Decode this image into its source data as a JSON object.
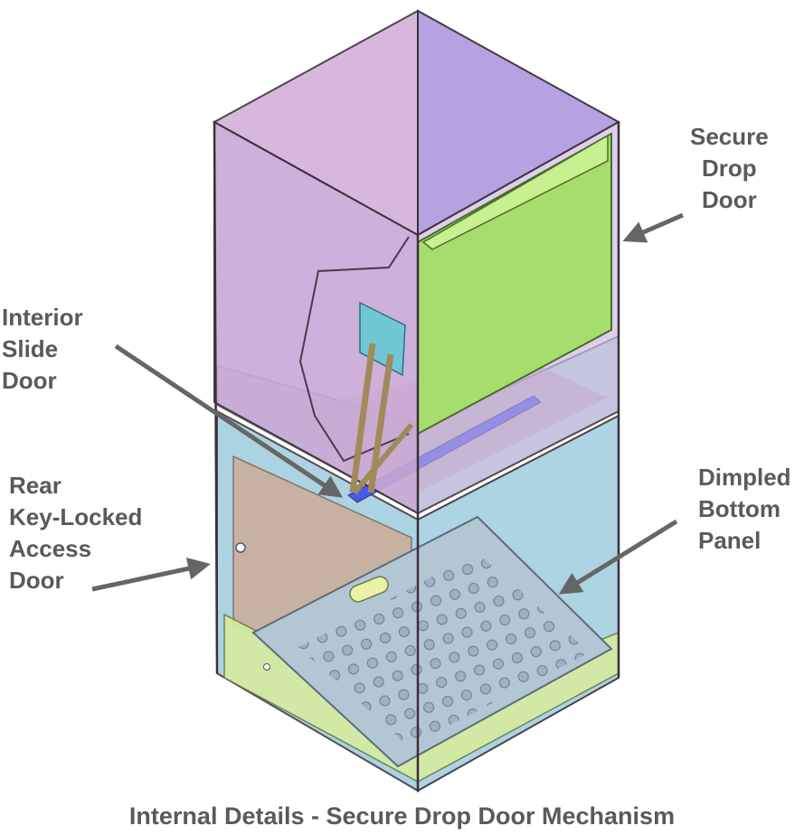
{
  "callouts": {
    "secure_drop_door": [
      "Secure",
      "Drop",
      "Door"
    ],
    "interior_slide_door": [
      "Interior",
      "Slide",
      "Door"
    ],
    "rear_access_door": [
      "Rear",
      "Key-Locked",
      "Access",
      "Door"
    ],
    "dimpled_bottom_panel": [
      "Dimpled",
      "Bottom",
      "Panel"
    ]
  },
  "caption": "Internal Details - Secure Drop Door Mechanism",
  "colors": {
    "upper_box": "#c9a9d6",
    "upper_right_face": "#b39ce0",
    "drop_door": "#a6de6e",
    "lower_box": "#a9d3e2",
    "bottom_panel": "#b3c6d4",
    "floor": "#d6ec9e",
    "rear_door": "#c9ae9c",
    "slide_chute": "#4a5be0",
    "outline": "#3a2f3a",
    "label_text": "#5a5a5a",
    "arrow": "#666666"
  }
}
